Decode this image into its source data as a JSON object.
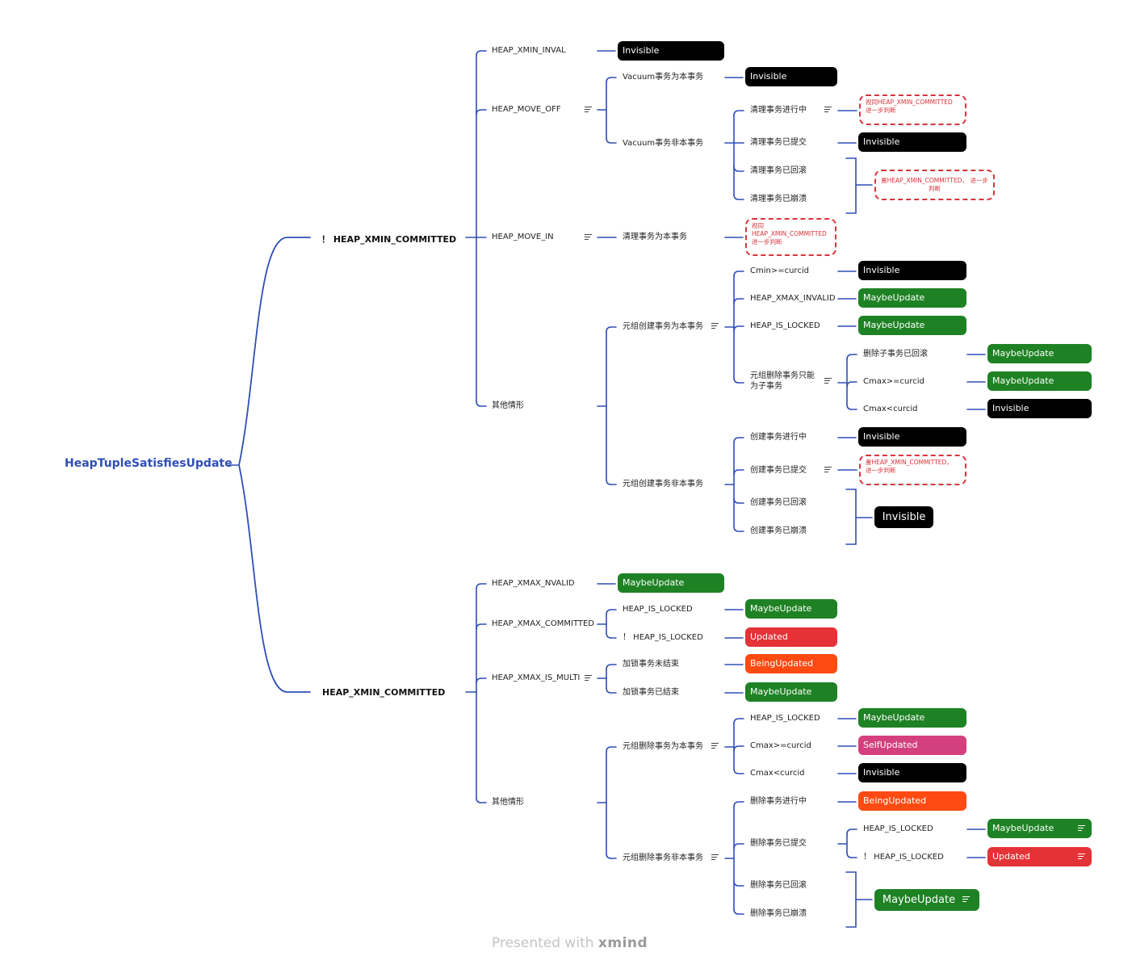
{
  "colors": {
    "line": "#2f4fb5",
    "black": "#000000",
    "green": "#1e8224",
    "red": "#e53237",
    "orange": "#ff4a12",
    "pink": "#d4407e",
    "note_border": "#d8343a"
  },
  "root": "HeapTupleSatisfiesUpdate",
  "branches": {
    "not_committed": "！ HEAP_XMIN_COMMITTED",
    "committed": "HEAP_XMIN_COMMITTED"
  },
  "a": {
    "inval": "HEAP_XMIN_INVAL",
    "inval_result": "Invisible",
    "move_off": "HEAP_MOVE_OFF",
    "vac_self": "Vacuum事务为本事务",
    "vac_self_result": "Invisible",
    "vac_other": "Vacuum事务非本事务",
    "clean_running": "清理事务进行中",
    "clean_running_note": "视同HEAP_XMIN_COMMITTED 进一步判断",
    "clean_committed": "清理事务已提交",
    "clean_committed_result": "Invisible",
    "clean_aborted": "清理事务已回滚",
    "clean_crashed": "清理事务已崩溃",
    "clean_group_note": "置HEAP_XMIN_COMMITTED， 进一步判断",
    "move_in": "HEAP_MOVE_IN",
    "clean_self": "清理事务为本事务",
    "clean_self_note": "视同 HEAP_XMIN_COMMITTED 进一步判断",
    "other": "其他情形",
    "create_self": "元组创建事务为本事务",
    "cmin": "Cmin>=curcid",
    "cmin_result": "Invisible",
    "xmax_invalid": "HEAP_XMAX_INVALID",
    "xmax_invalid_result": "MaybeUpdate",
    "is_locked": "HEAP_IS_LOCKED",
    "is_locked_result": "MaybeUpdate",
    "del_sub": "元组删除事务只能为子事务",
    "sub_aborted": "删除子事务已回滚",
    "sub_aborted_result": "MaybeUpdate",
    "cmax_ge": "Cmax>=curcid",
    "cmax_ge_result": "MaybeUpdate",
    "cmax_lt": "Cmax<curcid",
    "cmax_lt_result": "Invisible",
    "create_other": "元组创建事务非本事务",
    "create_running": "创建事务进行中",
    "create_running_result": "Invisible",
    "create_committed": "创建事务已提交",
    "create_committed_note": "置HEAP_XMIN_COMMITTED， 进一步判断",
    "create_aborted": "创建事务已回滚",
    "create_crashed": "创建事务已崩溃",
    "create_group_result": "Invisible"
  },
  "b": {
    "xmax_nvalid": "HEAP_XMAX_NVALID",
    "xmax_nvalid_result": "MaybeUpdate",
    "xmax_committed": "HEAP_XMAX_COMMITTED",
    "locked": "HEAP_IS_LOCKED",
    "locked_result": "MaybeUpdate",
    "not_locked": "！ HEAP_IS_LOCKED",
    "not_locked_result": "Updated",
    "is_multi": "HEAP_XMAX_IS_MULTI",
    "lock_running": "加锁事务未结束",
    "lock_running_result": "BeingUpdated",
    "lock_ended": "加锁事务已结束",
    "lock_ended_result": "MaybeUpdate",
    "other": "其他情形",
    "del_self": "元组删除事务为本事务",
    "d_locked": "HEAP_IS_LOCKED",
    "d_locked_result": "MaybeUpdate",
    "d_cmax_ge": "Cmax>=curcid",
    "d_cmax_ge_result": "SelfUpdated",
    "d_cmax_lt": "Cmax<curcid",
    "d_cmax_lt_result": "Invisible",
    "del_other": "元组删除事务非本事务",
    "del_running": "删除事务进行中",
    "del_running_result": "BeingUpdated",
    "del_committed": "删除事务已提交",
    "dc_locked": "HEAP_IS_LOCKED",
    "dc_locked_result": "MaybeUpdate",
    "dc_not_locked": "！ HEAP_IS_LOCKED",
    "dc_not_locked_result": "Updated",
    "del_aborted": "删除事务已回滚",
    "del_crashed": "删除事务已崩溃",
    "del_group_result": "MaybeUpdate"
  },
  "footer": {
    "prefix": "Presented with",
    "brand": "xmind"
  }
}
